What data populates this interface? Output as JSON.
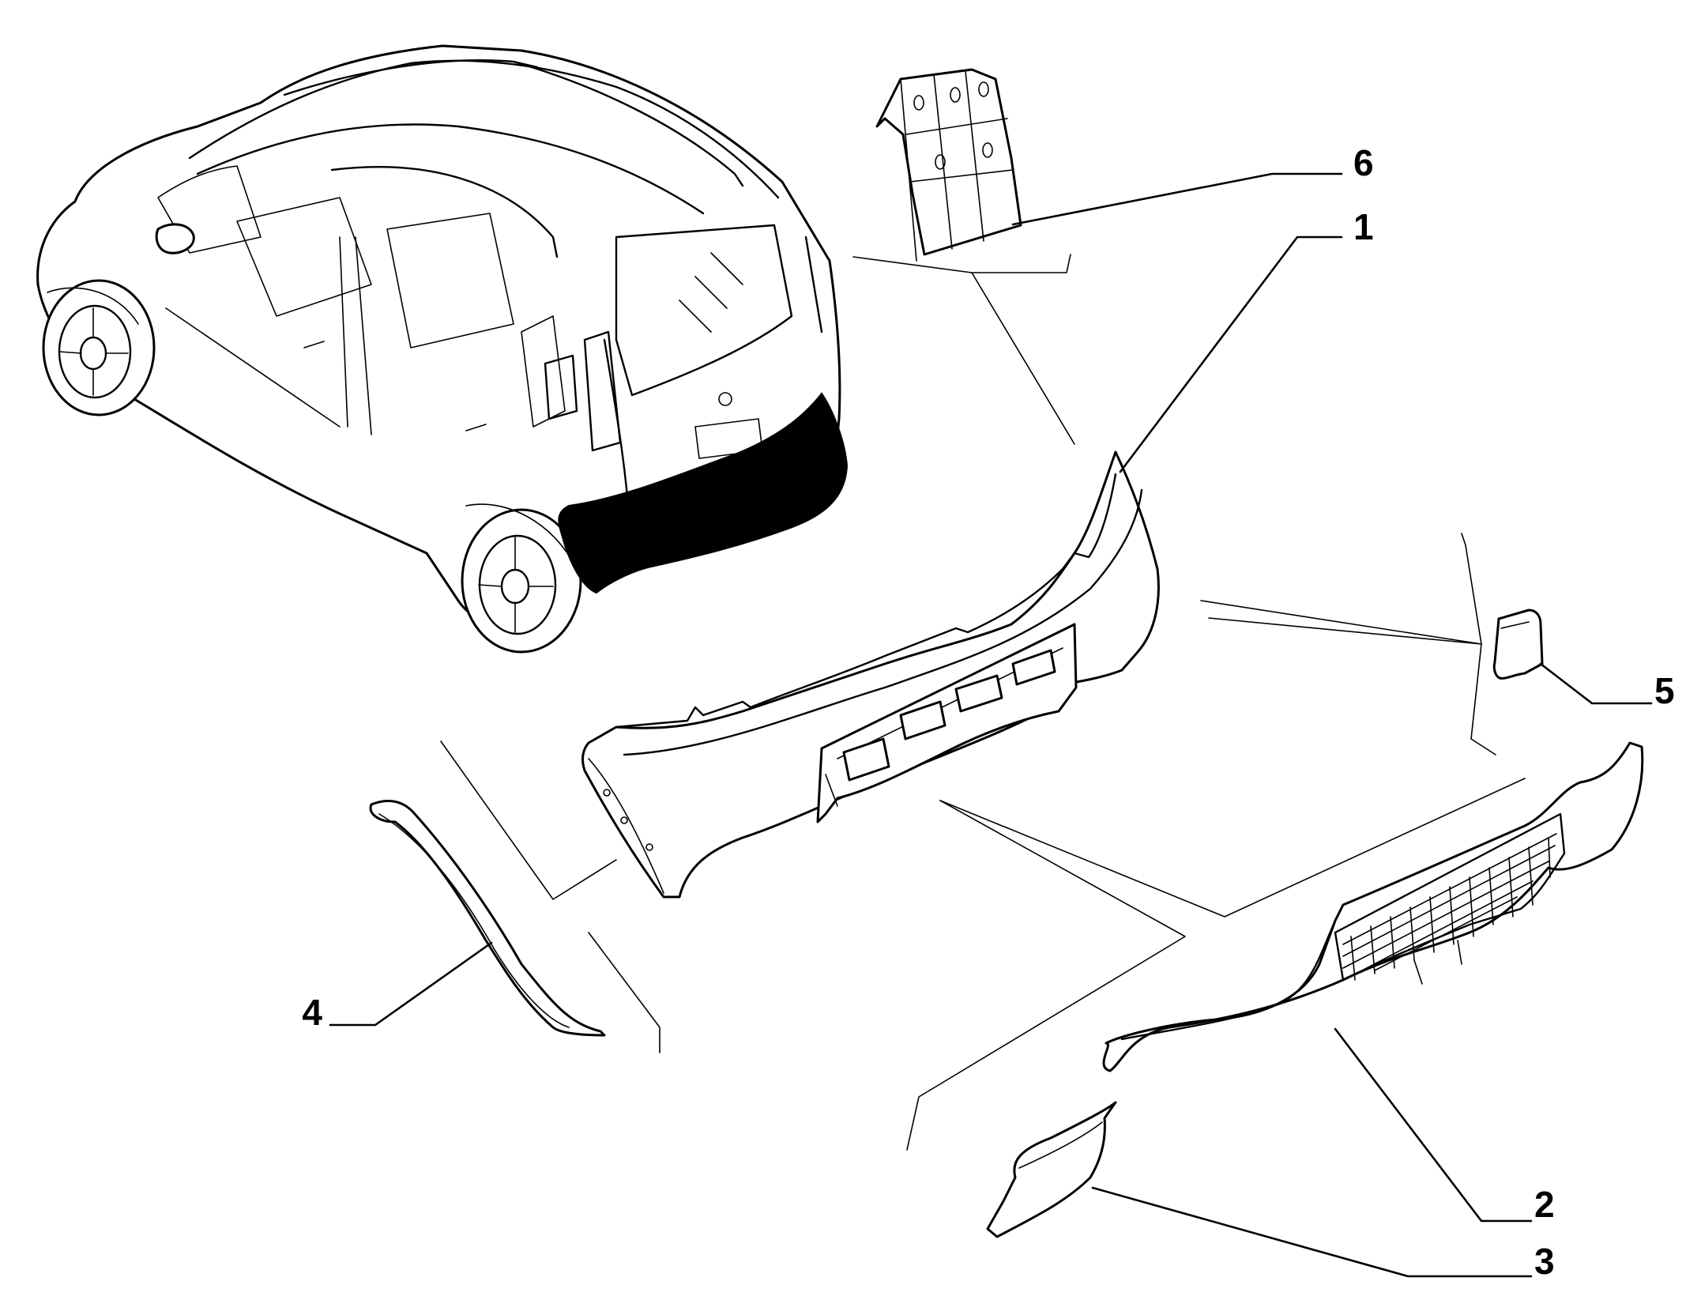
{
  "diagram": {
    "callouts": [
      {
        "id": "1",
        "label": "1",
        "part": "rear-bumper"
      },
      {
        "id": "2",
        "label": "2",
        "part": "lower-skid-plate"
      },
      {
        "id": "3",
        "label": "3",
        "part": "side-trim-piece"
      },
      {
        "id": "4",
        "label": "4",
        "part": "wheel-arch-extension"
      },
      {
        "id": "5",
        "label": "5",
        "part": "tow-hook-cover"
      },
      {
        "id": "6",
        "label": "6",
        "part": "mounting-bracket"
      }
    ],
    "colors": {
      "line": "#000000",
      "background": "#ffffff",
      "highlight": "#000000"
    }
  }
}
